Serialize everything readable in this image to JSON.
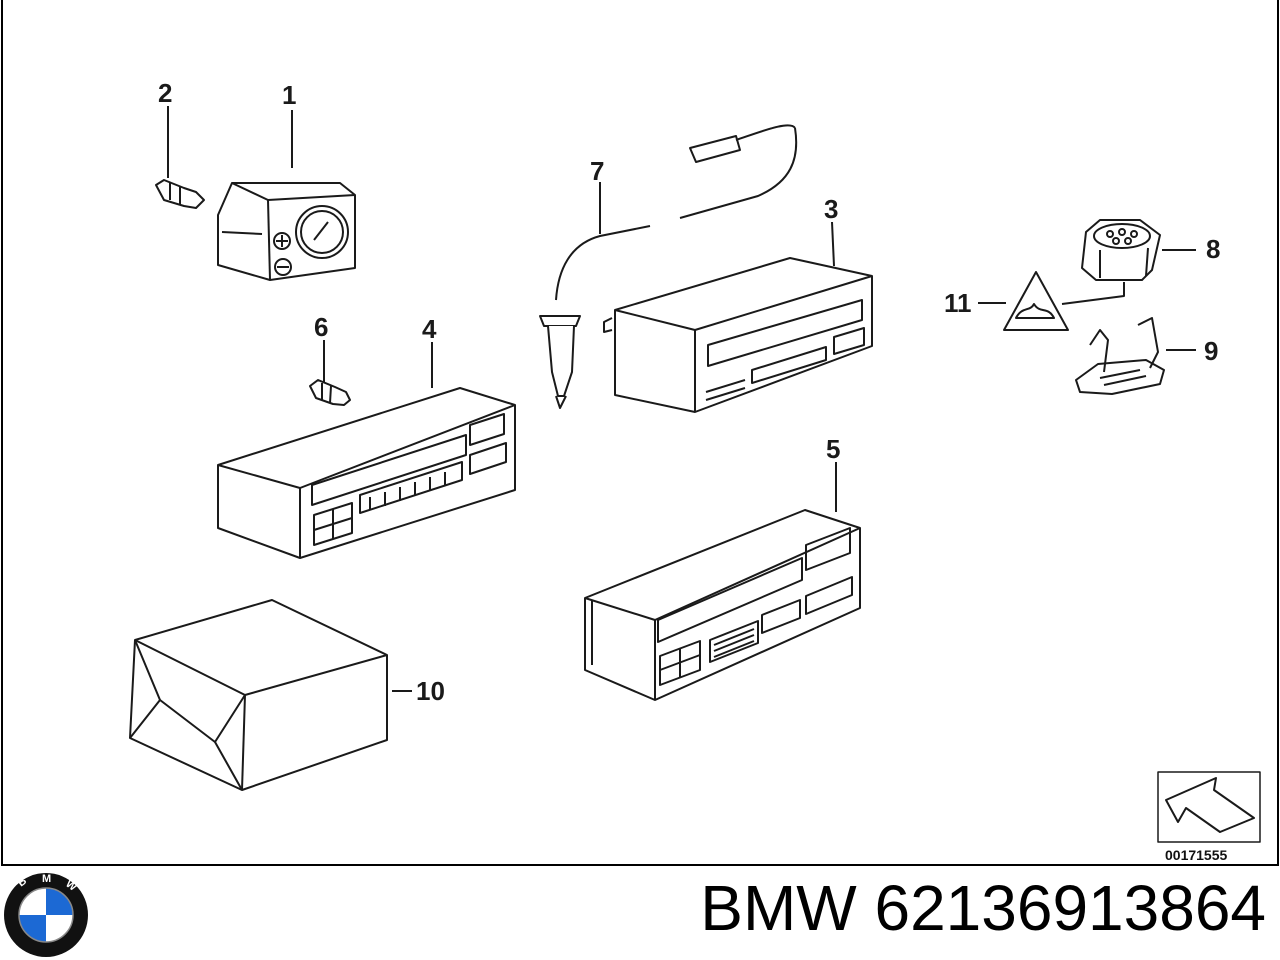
{
  "callouts": {
    "n1": "1",
    "n2": "2",
    "n3": "3",
    "n4": "4",
    "n5": "5",
    "n6": "6",
    "n7": "7",
    "n8": "8",
    "n9": "9",
    "n10": "10",
    "n11": "11"
  },
  "reference_code": "00171555",
  "footer": {
    "brand": "BMW",
    "part_number": "62136913864",
    "title": "BMW 62136913864"
  },
  "logo": {
    "letters": "BMW",
    "colors": {
      "blue": "#1c69d4",
      "ring": "#111111",
      "white": "#ffffff"
    }
  },
  "colors": {
    "line": "#1a1a1a",
    "frame": "#000000"
  },
  "icons": [
    "arrow-icon",
    "warning-triangle-icon"
  ]
}
